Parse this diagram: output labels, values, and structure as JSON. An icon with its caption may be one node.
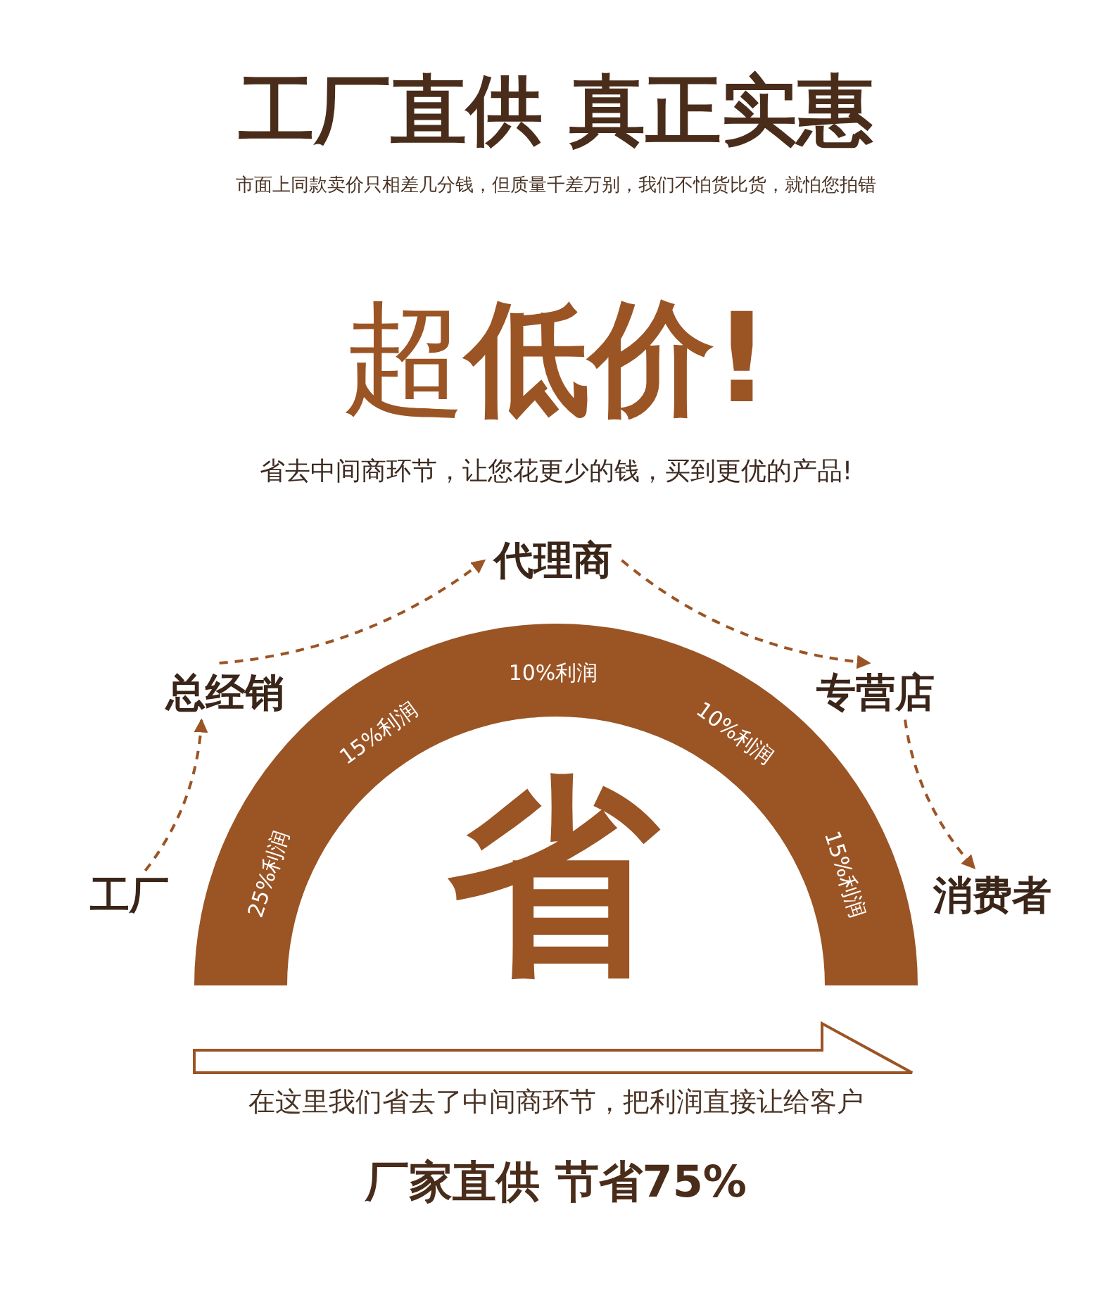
{
  "diagram": {
    "title": "工厂直供 真正实惠",
    "nodes": [
      {
        "text": [
          "工厂"
        ]
      },
      {
        "text": [
          "总经销"
        ]
      },
      {
        "text": [
          "代理商"
        ]
      },
      {
        "text": [
          "专营店"
        ]
      },
      {
        "text": [
          "消费者"
        ]
      }
    ],
    "edges": [
      {
        "from": 0,
        "to": 1,
        "arrow": "to",
        "style": "dashed"
      },
      {
        "from": 1,
        "to": 2,
        "arrow": "to",
        "style": "dashed"
      },
      {
        "from": 2,
        "to": 3,
        "arrow": "to",
        "style": "dashed"
      },
      {
        "from": 3,
        "to": 4,
        "arrow": "to",
        "style": "dashed"
      }
    ],
    "labels": [
      "市面上同款卖价只相差几分钱，但质量千差万别，我们不怕货比货，就怕您拍错",
      "超**低价!**",
      "省去中间商环节，让您花更少的钱，买到更优的产品!",
      "10%利润",
      "15%利润",
      "10%利润",
      "25%利润",
      "15%利润",
      "省",
      "在这里我们省去了中间商环节，把利润直接让给客户",
      "厂家直供 节省75%"
    ]
  }
}
